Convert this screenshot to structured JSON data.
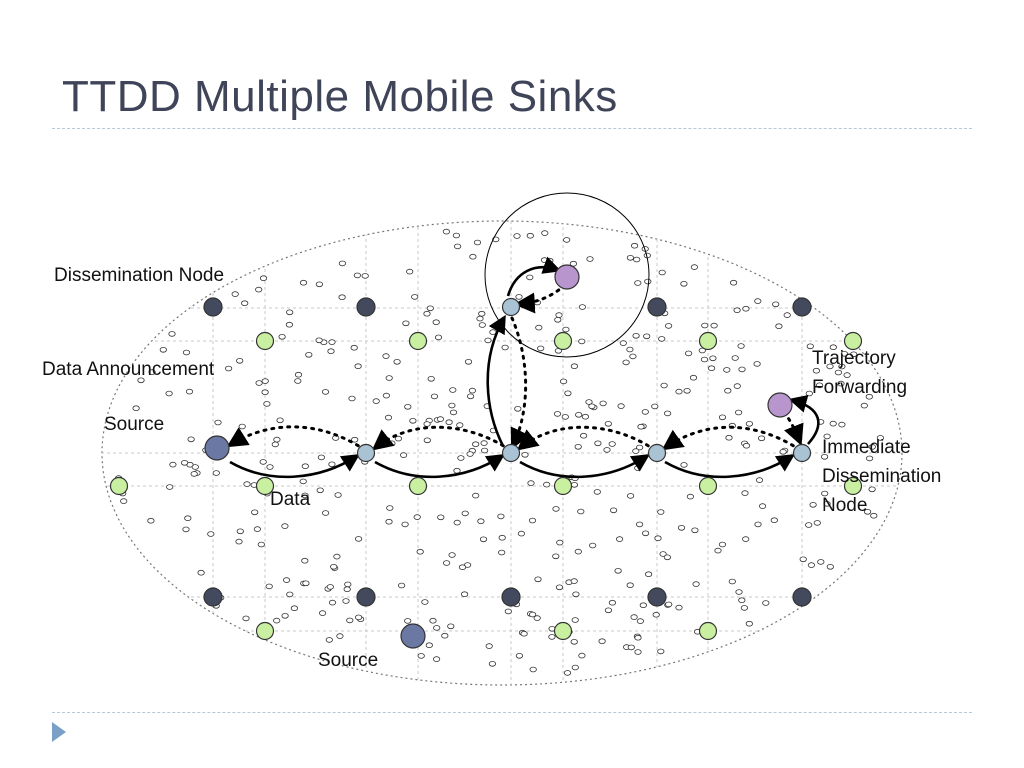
{
  "slide": {
    "title": "TTDD Multiple Mobile Sinks"
  },
  "labels": {
    "dissemination_node": "Dissemination Node",
    "data_announcement": "Data Announcement",
    "source_left": "Source",
    "data": "Data",
    "source_bottom": "Source",
    "trajectory_forwarding": "Trajectory Forwarding",
    "immediate_dissemination_node": "Immediate Dissemination Node"
  },
  "colors": {
    "title": "#3f4459",
    "dissemination_node": "#444a5e",
    "announcement_node": "#c8f0a0",
    "data_path_node": "#a9c3d4",
    "source": "#6b78a4",
    "sink": "#b895cc",
    "sensor": "#ffffff",
    "grid": "#c9c9c9",
    "nav": "#7aa0c8"
  },
  "icons": {
    "nav": "triangle-right-icon"
  }
}
